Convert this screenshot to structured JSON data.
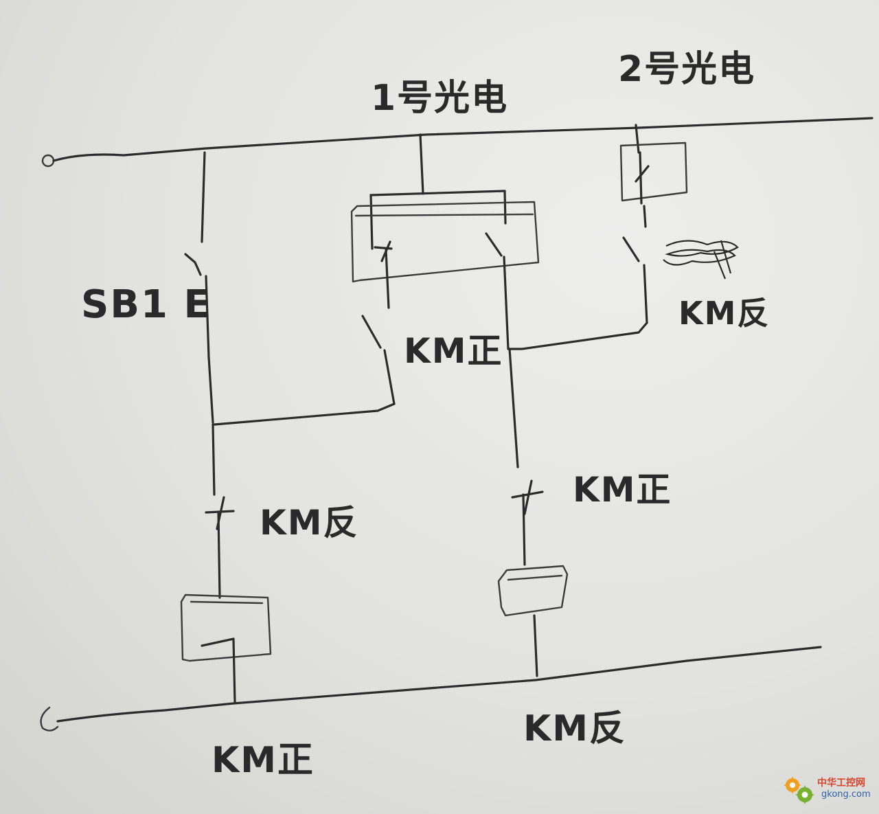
{
  "labels": {
    "photo1": "1号光电",
    "photo2": "2号光电",
    "sb1": "SB1 E",
    "km_zheng_1": "KM正",
    "km_fan_1": "KM反",
    "km_fan_2": "KM反",
    "km_zheng_2": "KM正",
    "km_zheng_coil": "KM正",
    "km_fan_coil": "KM反"
  },
  "watermark": {
    "cn": "中华工控网",
    "url": "gkong.com"
  }
}
